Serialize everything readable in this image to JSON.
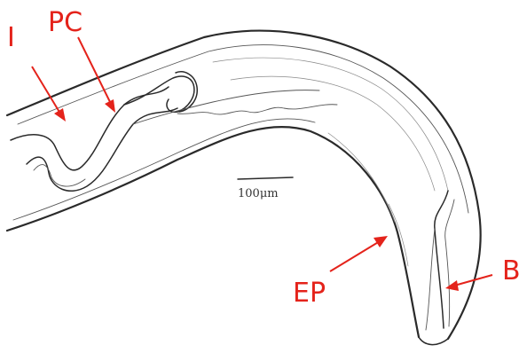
{
  "figure": {
    "labels": {
      "intestine": "I",
      "pc": "PC",
      "ep": "EP",
      "b": "B"
    },
    "scale_bar": "100μm",
    "colors": {
      "label": "#e4231b",
      "ink": "#2a2a2a",
      "background": "#ffffff"
    }
  }
}
